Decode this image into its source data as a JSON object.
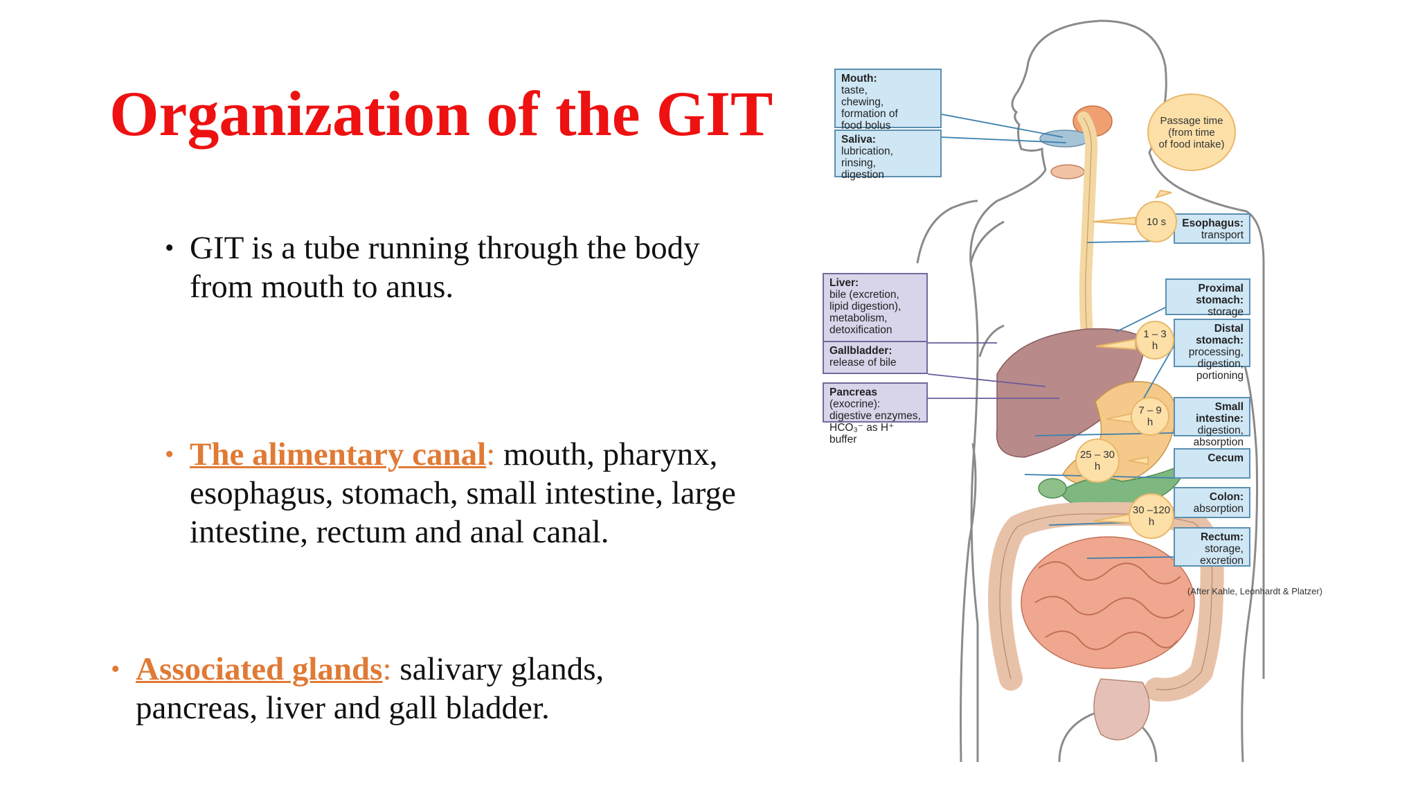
{
  "slide": {
    "title": "Organization of the GIT",
    "bullets": [
      {
        "text": "GIT is a tube running through the body from mouth to anus."
      },
      {
        "term": "The alimentary canal",
        "sep": ":",
        "text": " mouth, pharynx, esophagus, stomach, small intestine, large intestine, rectum and anal canal."
      },
      {
        "term": "Associated glands",
        "sep": ":",
        "text": " salivary glands, pancreas, liver and gall bladder."
      }
    ],
    "bullet_glyph": "•",
    "colors": {
      "title": "#ee1111",
      "accent": "#e07a35",
      "text": "#111111"
    }
  },
  "diagram": {
    "labels_left": [
      {
        "id": "mouth",
        "title": "Mouth:",
        "text": "taste,\nchewing,\nformation of\nfood bolus"
      },
      {
        "id": "saliva",
        "title": "Saliva:",
        "text": "lubrication,\nrinsing,\ndigestion"
      },
      {
        "id": "liver",
        "title": "Liver:",
        "text": "bile (excretion,\nlipid digestion),\nmetabolism,\ndetoxification"
      },
      {
        "id": "gallbladder",
        "title": "Gallbladder:",
        "text": "release of bile"
      },
      {
        "id": "pancreas",
        "title": "Pancreas",
        "title_suffix": " (exocrine):",
        "text": "digestive enzymes,\nHCO₃⁻ as H⁺ buffer"
      }
    ],
    "labels_right": [
      {
        "id": "esophagus",
        "title": "Esophagus:",
        "text": "transport"
      },
      {
        "id": "proximal-stomach",
        "title": "Proximal stomach:",
        "text": "storage"
      },
      {
        "id": "distal-stomach",
        "title": "Distal stomach:",
        "text": "processing,\ndigestion,\nportioning"
      },
      {
        "id": "small-intestine",
        "title": "Small intestine:",
        "text": "digestion,\nabsorption"
      },
      {
        "id": "cecum",
        "title": "Cecum",
        "text": ""
      },
      {
        "id": "colon",
        "title": "Colon:",
        "text": "absorption"
      },
      {
        "id": "rectum",
        "title": "Rectum:",
        "text": "storage,\nexcretion"
      }
    ],
    "passage_time": "Passage time\n(from time\nof food intake)",
    "timers": [
      {
        "id": "esophagus",
        "text": "10 s"
      },
      {
        "id": "stomach",
        "text": "1 – 3\nh"
      },
      {
        "id": "small-intestine",
        "text": "7 – 9\nh"
      },
      {
        "id": "cecum",
        "text": "25 – 30\nh"
      },
      {
        "id": "colon",
        "text": "30 –120\nh"
      }
    ],
    "credit": "(After Kahle, Leonhardt & Platzer)",
    "colors": {
      "label_blue": "#cfe6f4",
      "label_purple": "#d8d4ea",
      "timer": "#fde0a8"
    }
  }
}
